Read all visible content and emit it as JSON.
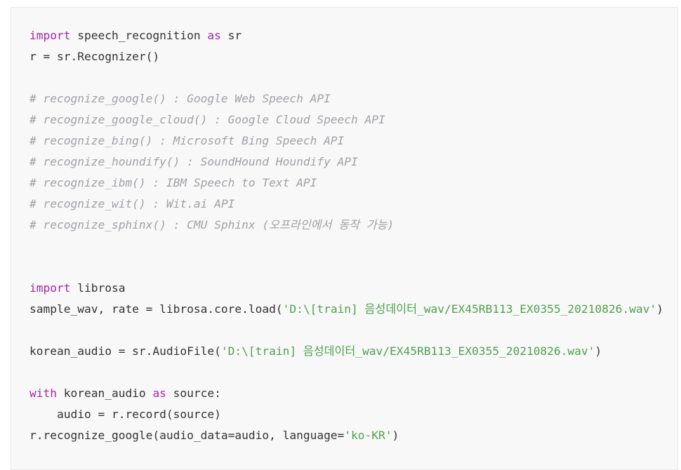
{
  "colors": {
    "keyword": "#a626a4",
    "comment": "#a0a1a7",
    "string": "#50a14f",
    "plain": "#333333",
    "background": "#f8f8f8"
  },
  "code": {
    "lines": [
      [
        {
          "t": "kw",
          "v": "import"
        },
        {
          "t": "pl",
          "v": " speech_recognition "
        },
        {
          "t": "kw",
          "v": "as"
        },
        {
          "t": "pl",
          "v": " sr"
        }
      ],
      [
        {
          "t": "pl",
          "v": "r = sr.Recognizer()"
        }
      ],
      [],
      [
        {
          "t": "cm",
          "v": "# recognize_google() : Google Web Speech API"
        }
      ],
      [
        {
          "t": "cm",
          "v": "# recognize_google_cloud() : Google Cloud Speech API"
        }
      ],
      [
        {
          "t": "cm",
          "v": "# recognize_bing() : Microsoft Bing Speech API"
        }
      ],
      [
        {
          "t": "cm",
          "v": "# recognize_houndify() : SoundHound Houndify API"
        }
      ],
      [
        {
          "t": "cm",
          "v": "# recognize_ibm() : IBM Speech to Text API"
        }
      ],
      [
        {
          "t": "cm",
          "v": "# recognize_wit() : Wit.ai API"
        }
      ],
      [
        {
          "t": "cm",
          "v": "# recognize_sphinx() : CMU Sphinx (오프라인에서 동작 가능)"
        }
      ],
      [],
      [],
      [
        {
          "t": "kw",
          "v": "import"
        },
        {
          "t": "pl",
          "v": " librosa"
        }
      ],
      [
        {
          "t": "pl",
          "v": "sample_wav, rate = librosa.core.load("
        },
        {
          "t": "st",
          "v": "'D:\\[train] 음성데이터_wav/EX45RB113_EX0355_20210826.wav'"
        },
        {
          "t": "pl",
          "v": ")"
        }
      ],
      [],
      [
        {
          "t": "pl",
          "v": "korean_audio = sr.AudioFile("
        },
        {
          "t": "st",
          "v": "'D:\\[train] 음성데이터_wav/EX45RB113_EX0355_20210826.wav'"
        },
        {
          "t": "pl",
          "v": ")"
        }
      ],
      [],
      [
        {
          "t": "kw",
          "v": "with"
        },
        {
          "t": "pl",
          "v": " korean_audio "
        },
        {
          "t": "kw",
          "v": "as"
        },
        {
          "t": "pl",
          "v": " source:"
        }
      ],
      [
        {
          "t": "pl",
          "v": "    audio = r.record(source)"
        }
      ],
      [
        {
          "t": "pl",
          "v": "r.recognize_google(audio_data=audio, language="
        },
        {
          "t": "st",
          "v": "'ko-KR'"
        },
        {
          "t": "pl",
          "v": ")"
        }
      ]
    ]
  }
}
